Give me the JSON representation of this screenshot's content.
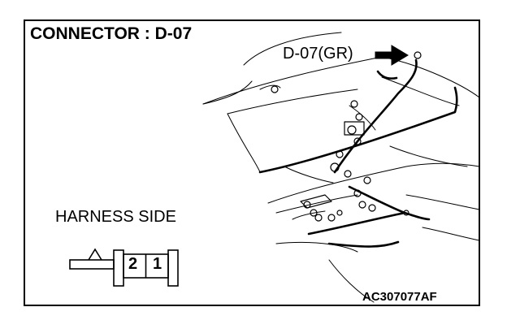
{
  "title": "CONNECTOR : D-07",
  "callout_label": "D-07(GR)",
  "harness_label": "HARNESS SIDE",
  "reference_code": "AC307077AF",
  "connector": {
    "pins": [
      "2",
      "1"
    ]
  },
  "colors": {
    "line": "#000000",
    "background": "#ffffff"
  },
  "icons": {
    "callout_arrow": "right-arrow-icon",
    "key_tab": "triangle-key-icon"
  }
}
